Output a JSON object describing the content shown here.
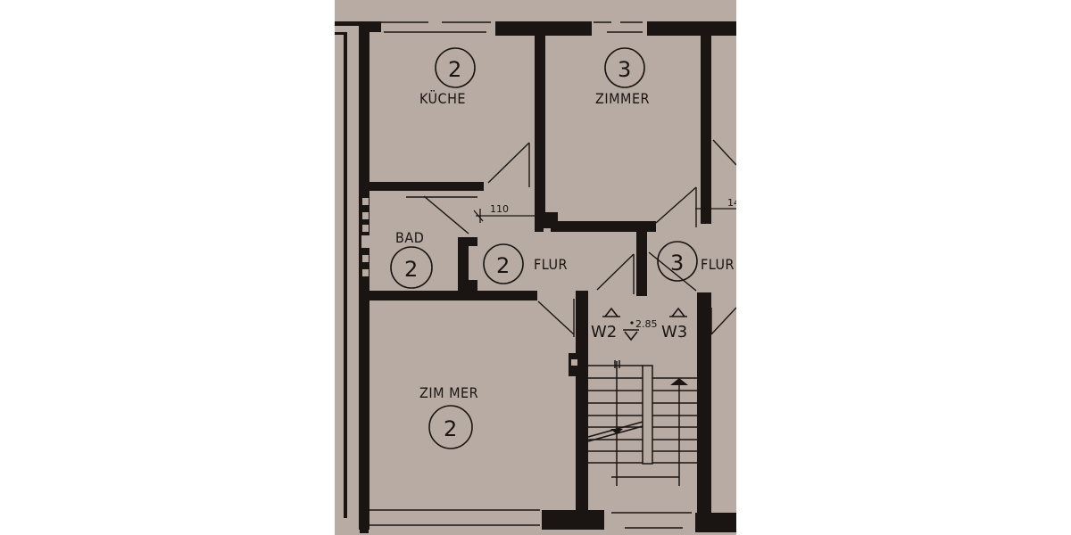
{
  "colors": {
    "paper": "#b7aba4",
    "ink": "#1a1512",
    "page_background": "#ffffff"
  },
  "rooms": [
    {
      "id": "kueche",
      "name": "KÜCHE",
      "unit": "2"
    },
    {
      "id": "zimmer-3",
      "name": "ZIMMER",
      "unit": "3"
    },
    {
      "id": "bad",
      "name": "BAD",
      "unit": "2"
    },
    {
      "id": "flur-2",
      "name": "FLUR",
      "unit": "2"
    },
    {
      "id": "flur-3",
      "name": "FLUR",
      "unit": "3"
    },
    {
      "id": "zimmer-2",
      "name": "ZIM MER",
      "unit": "2"
    }
  ],
  "dimensions": {
    "door_width_left": "110",
    "door_width_right_partial": "14",
    "landing_level": "2.85"
  },
  "apartments": {
    "left": "W2",
    "right": "W3"
  }
}
